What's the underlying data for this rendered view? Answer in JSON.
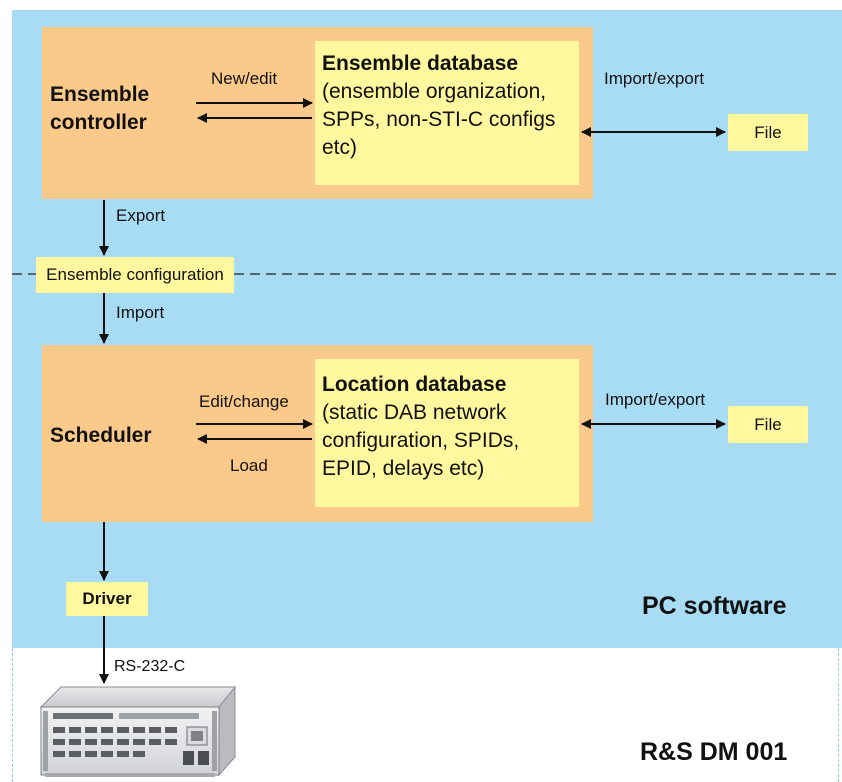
{
  "ensemble": {
    "controller_line1": "Ensemble",
    "controller_line2": "controller",
    "new_edit": "New/edit",
    "db_title": "Ensemble database",
    "db_line1": "(ensemble organization,",
    "db_line2": "SPPs, non-STI-C configs",
    "db_line3": "etc)",
    "import_export": "Import/export",
    "file": "File"
  },
  "export_label": "Export",
  "ensemble_configuration": "Ensemble configuration",
  "import_label": "Import",
  "scheduler": {
    "title": "Scheduler",
    "edit_change": "Edit/change",
    "load": "Load",
    "db_title": "Location database",
    "db_line1": "(static DAB network",
    "db_line2": "configuration, SPIDs,",
    "db_line3": "EPID, delays etc)",
    "import_export": "Import/export",
    "file": "File"
  },
  "driver": "Driver",
  "pc_software": "PC software",
  "rs232": "RS-232-C",
  "device_name": "R&S DM 001",
  "colors": {
    "pc_background": "#a8dcf4",
    "module": "#fbc98a",
    "database": "#fff89e"
  }
}
